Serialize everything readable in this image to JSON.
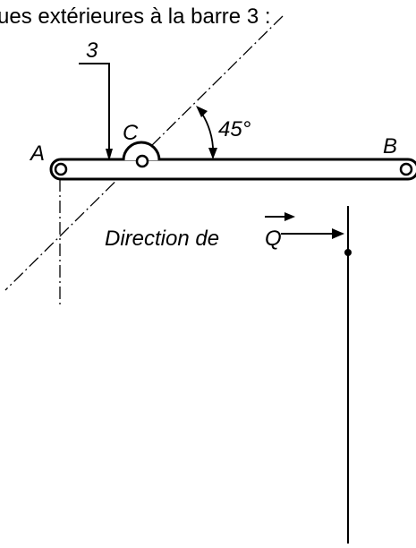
{
  "caption": "ues extérieures à la barre 3 :",
  "part_number": "3",
  "points": {
    "a": "A",
    "b": "B",
    "c": "C"
  },
  "angle_label": "45°",
  "direction_text": "Direction de",
  "vector_symbol": "Q",
  "colors": {
    "ink": "#000000",
    "background": "#ffffff"
  }
}
